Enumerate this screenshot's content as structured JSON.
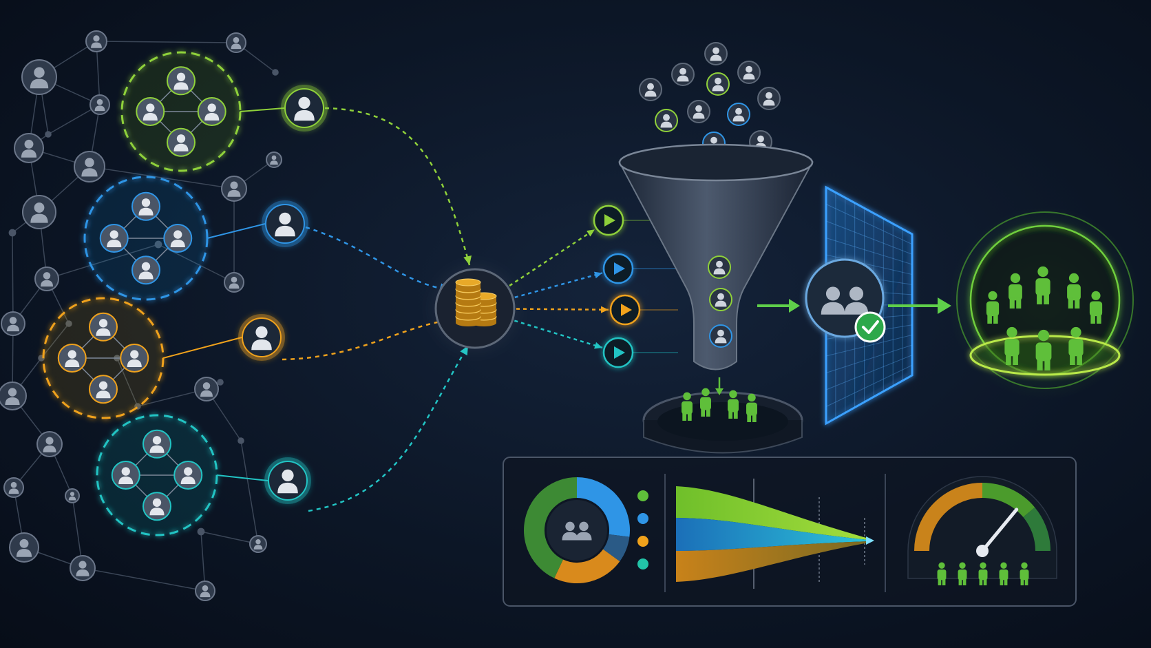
{
  "colors": {
    "background": "#0c1626",
    "green": "#8fd13a",
    "blue": "#2f95e6",
    "orange": "#f0a21c",
    "teal": "#22c4c4",
    "node_fill": "#3a4558",
    "node_stroke": "#6b7689",
    "people_green": "#5fbf3a",
    "coins": "#e8a928"
  },
  "icons": {
    "network_node": "user-circle-icon",
    "segment_member": "user-icon",
    "lead_node": "user-circle-icon",
    "hub": "coins-stack-icon",
    "channel": "play-arrow-icon",
    "funnel": "funnel-icon",
    "filter": "grid-screen-icon",
    "verified": "check-badge-icon",
    "audience": "people-group-icon",
    "dashboard_donut": "donut-chart-icon",
    "dashboard_flow": "stream-chart-icon",
    "dashboard_gauge": "gauge-icon"
  },
  "segments": [
    {
      "id": "green",
      "color": "#8fd13a"
    },
    {
      "id": "blue",
      "color": "#2f95e6"
    },
    {
      "id": "orange",
      "color": "#f0a21c"
    },
    {
      "id": "teal",
      "color": "#22c4c4"
    }
  ],
  "channels": [
    {
      "id": "green",
      "color": "#8fd13a"
    },
    {
      "id": "blue",
      "color": "#2f95e6"
    },
    {
      "id": "orange",
      "color": "#f0a21c"
    },
    {
      "id": "teal",
      "color": "#22c4c4"
    }
  ],
  "dashboard": {
    "donut_segments": [
      {
        "color": "#2f95e6",
        "fraction": 0.27
      },
      {
        "color": "#2a5a86",
        "fraction": 0.08
      },
      {
        "color": "#d98a1c",
        "fraction": 0.22
      },
      {
        "color": "#3d8a34",
        "fraction": 0.43
      }
    ],
    "legend_colors": [
      "#5fbf3a",
      "#2f95e6",
      "#f0a21c",
      "#22c4a8"
    ],
    "gauge_level": 0.72
  }
}
